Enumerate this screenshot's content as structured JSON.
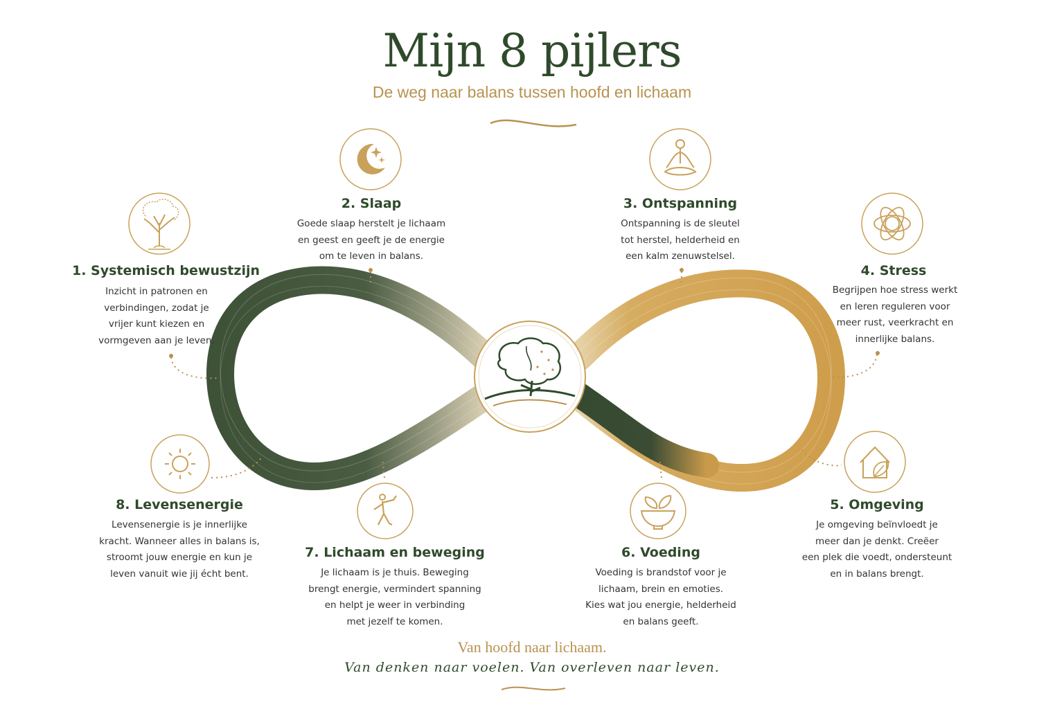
{
  "header": {
    "title": "Mijn 8 pijlers",
    "subtitle": "De weg naar balans tussen hoofd en lichaam"
  },
  "colors": {
    "green": "#2f4a2b",
    "gold": "#b8924f",
    "infinity_left": "#3a4f36",
    "infinity_right": "#d4a451"
  },
  "center": {
    "icon": "brain-tree-icon"
  },
  "pillars": [
    {
      "title": "1. Systemisch bewustzijn",
      "icon": "tree-of-life-icon",
      "lines": [
        "Inzicht in patronen en",
        "verbindingen, zodat je",
        "vrijer kunt kiezen en",
        "vormgeven aan je leven."
      ]
    },
    {
      "title": "2. Slaap",
      "icon": "moon-stars-icon",
      "lines": [
        "Goede slaap herstelt je lichaam",
        "en geest en geeft je de energie",
        "om te leven in balans."
      ]
    },
    {
      "title": "3. Ontspanning",
      "icon": "meditation-icon",
      "lines": [
        "Ontspanning is de sleutel",
        "tot herstel, helderheid en",
        "een kalm zenuwstelsel."
      ]
    },
    {
      "title": "4. Stress",
      "icon": "tangled-energy-icon",
      "lines": [
        "Begrijpen hoe stress werkt",
        "en leren reguleren voor",
        "meer rust, veerkracht en",
        "innerlijke balans."
      ]
    },
    {
      "title": "5. Omgeving",
      "icon": "house-leaf-icon",
      "lines": [
        "Je omgeving beïnvloedt je",
        "meer dan je denkt. Creëer",
        "een plek die voedt, ondersteunt",
        "en in balans brengt."
      ]
    },
    {
      "title": "6. Voeding",
      "icon": "bowl-leaves-icon",
      "lines": [
        "Voeding is brandstof voor je",
        "lichaam, brein en emoties.",
        "Kies wat jou energie, helderheid",
        "en balans geeft."
      ]
    },
    {
      "title": "7. Lichaam en beweging",
      "icon": "dancing-figure-icon",
      "lines": [
        "Je lichaam is je thuis. Beweging",
        "brengt energie, vermindert spanning",
        "en helpt je weer in verbinding",
        "met jezelf te komen."
      ]
    },
    {
      "title": "8. Levensenergie",
      "icon": "sun-icon",
      "lines": [
        "Levensenergie is je innerlijke",
        "kracht. Wanneer alles in balans is,",
        "stroomt jouw energie en kun je",
        "leven vanuit wie jij écht bent."
      ]
    }
  ],
  "footer": {
    "line1": "Van hoofd naar lichaam.",
    "line2": "Van denken naar voelen. Van overleven naar leven."
  }
}
